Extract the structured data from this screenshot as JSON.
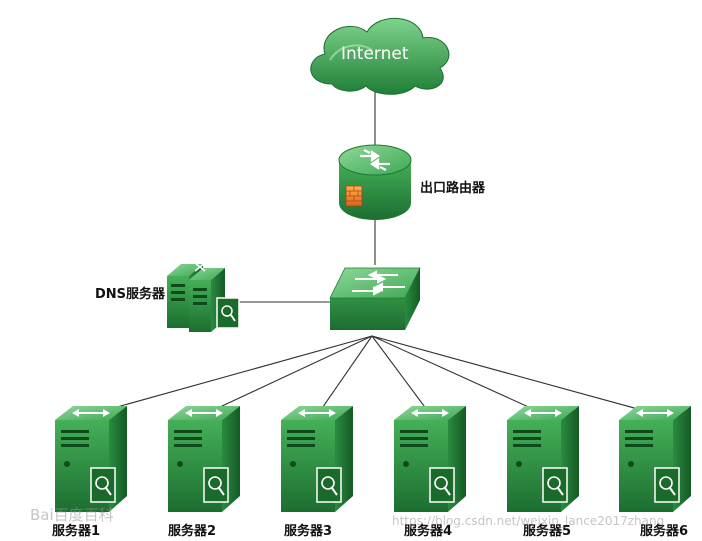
{
  "cloud": {
    "label": "Internet",
    "icon": "cloud-icon"
  },
  "router": {
    "label": "出口路由器",
    "icon": "router-icon"
  },
  "switch": {
    "icon": "switch-icon"
  },
  "dns": {
    "label": "DNS服务器",
    "icon": "server-icon"
  },
  "servers": [
    {
      "label": "服务器1"
    },
    {
      "label": "服务器2"
    },
    {
      "label": "服务器3"
    },
    {
      "label": "服务器4"
    },
    {
      "label": "服务器5"
    },
    {
      "label": "服务器6"
    }
  ],
  "watermarks": {
    "baidu": "Bai百度百科",
    "url": "https://blog.csdn.net/weixin_lance2017zhang"
  },
  "colors": {
    "green_dark": "#1f7a34",
    "green_main": "#2e9a45",
    "green_light": "#6cc77a",
    "line": "#333333"
  }
}
